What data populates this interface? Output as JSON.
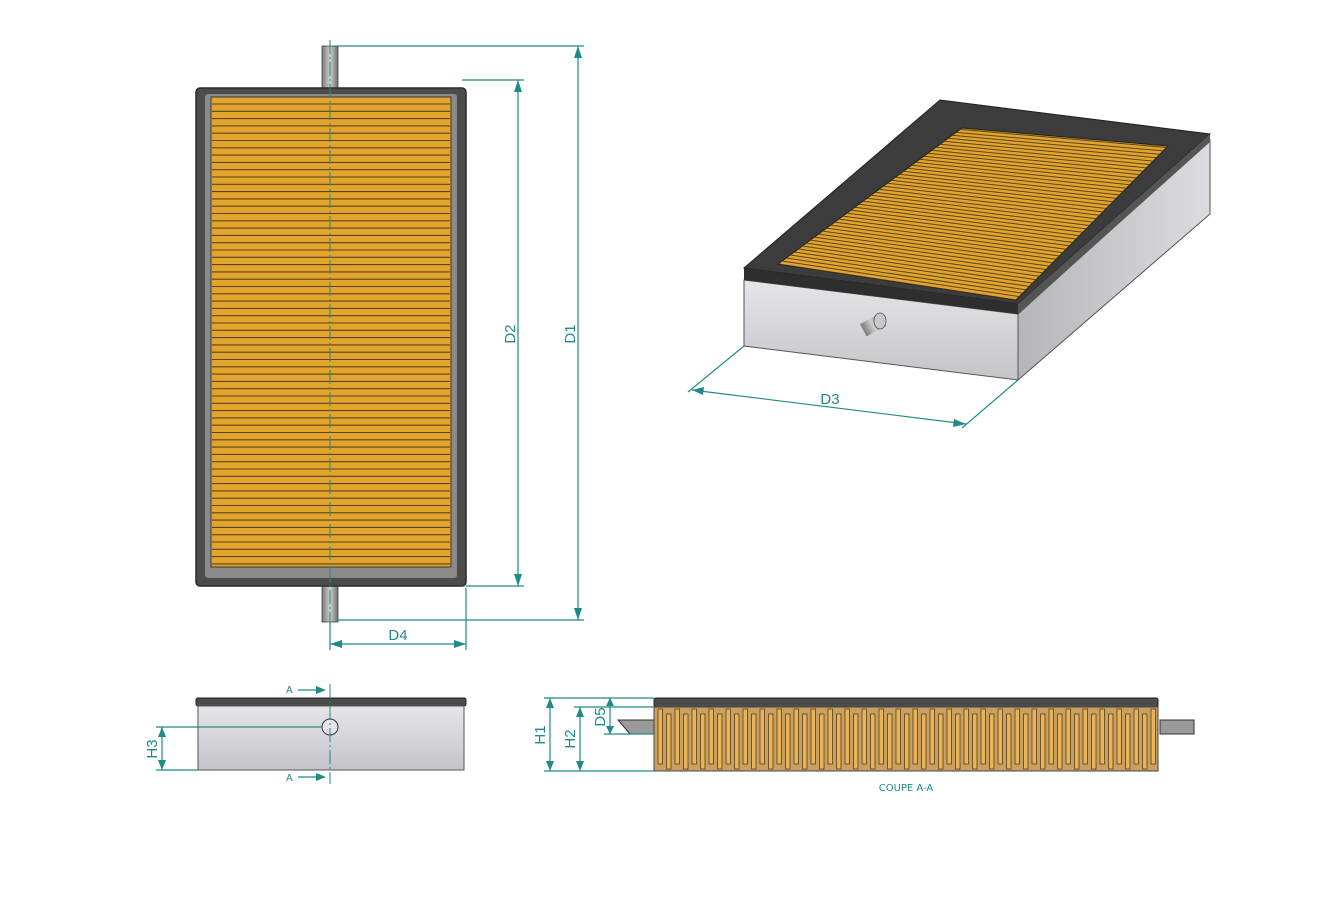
{
  "dimensions": {
    "d1": "D1",
    "d2": "D2",
    "d3": "D3",
    "d4": "D4",
    "d5": "D5",
    "h1": "H1",
    "h2": "H2",
    "h3": "H3"
  },
  "section": {
    "marker_top": "A",
    "marker_bottom": "A",
    "caption": "COUPE A-A"
  },
  "colors": {
    "dimension": "#1f8a86",
    "pole_plate": "#e2a42c",
    "pole_stripe": "#5a4418",
    "frame": "#4a4a4a",
    "body": "#d4d4d8"
  }
}
